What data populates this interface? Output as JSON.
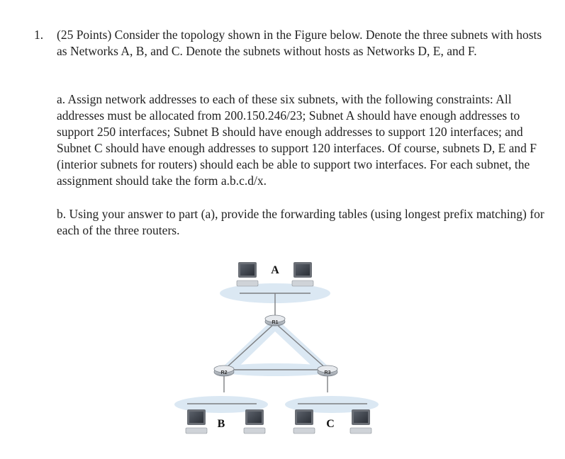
{
  "question": {
    "number": "1.",
    "intro": "(25 Points) Consider the topology shown in the Figure below. Denote the three subnets with hosts as Networks A, B, and C. Denote the subnets without hosts as Networks D, E, and F.",
    "part_a": "a. Assign network addresses to each of these six subnets, with the following constraints: All addresses must be allocated from 200.150.246/23; Subnet A should have enough addresses to support 250 interfaces; Subnet B should have enough addresses to support 120 interfaces; and Subnet C should have enough addresses to support 120 interfaces. Of course, subnets D, E and F (interior subnets for routers) should each be able to support two interfaces. For each subnet, the assignment should take the form a.b.c.d/x.",
    "part_b": "b. Using your answer to part (a), provide the forwarding tables (using longest prefix matching) for each of the three routers."
  },
  "figure": {
    "subnet_labels": {
      "a": "A",
      "b": "B",
      "c": "C"
    },
    "router_labels": {
      "r1": "R1",
      "r2": "R2",
      "r3": "R3"
    },
    "colors": {
      "cloud": "#dbe8f3",
      "router_body": "#b5bbc2",
      "router_top": "#e6e9ed",
      "link": "#7d7f82",
      "monitor_frame": "#6b6f76",
      "screen": "#3a3f47"
    }
  }
}
